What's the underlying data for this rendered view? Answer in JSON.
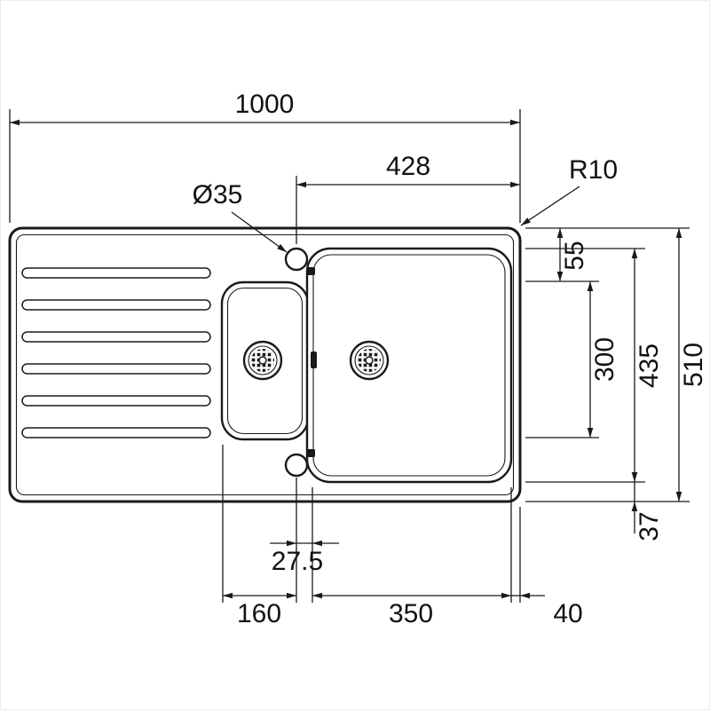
{
  "diagram": {
    "dimensions": {
      "overall_width": "1000",
      "right_section_width": "428",
      "corner_radius": "R10",
      "tap_hole_diameter": "Ø35",
      "top_edge_to_bowl": "55",
      "small_bowl_length": "300",
      "main_bowl_length": "435",
      "overall_depth": "510",
      "bowl_to_bottom_edge": "37",
      "tap_centre_offset": "27.5",
      "small_bowl_width": "160",
      "main_bowl_width": "350",
      "bowl_to_right_edge": "40"
    },
    "colors": {
      "line": "#1a1a1a",
      "ink": "#111111",
      "background": "#ffffff"
    }
  }
}
